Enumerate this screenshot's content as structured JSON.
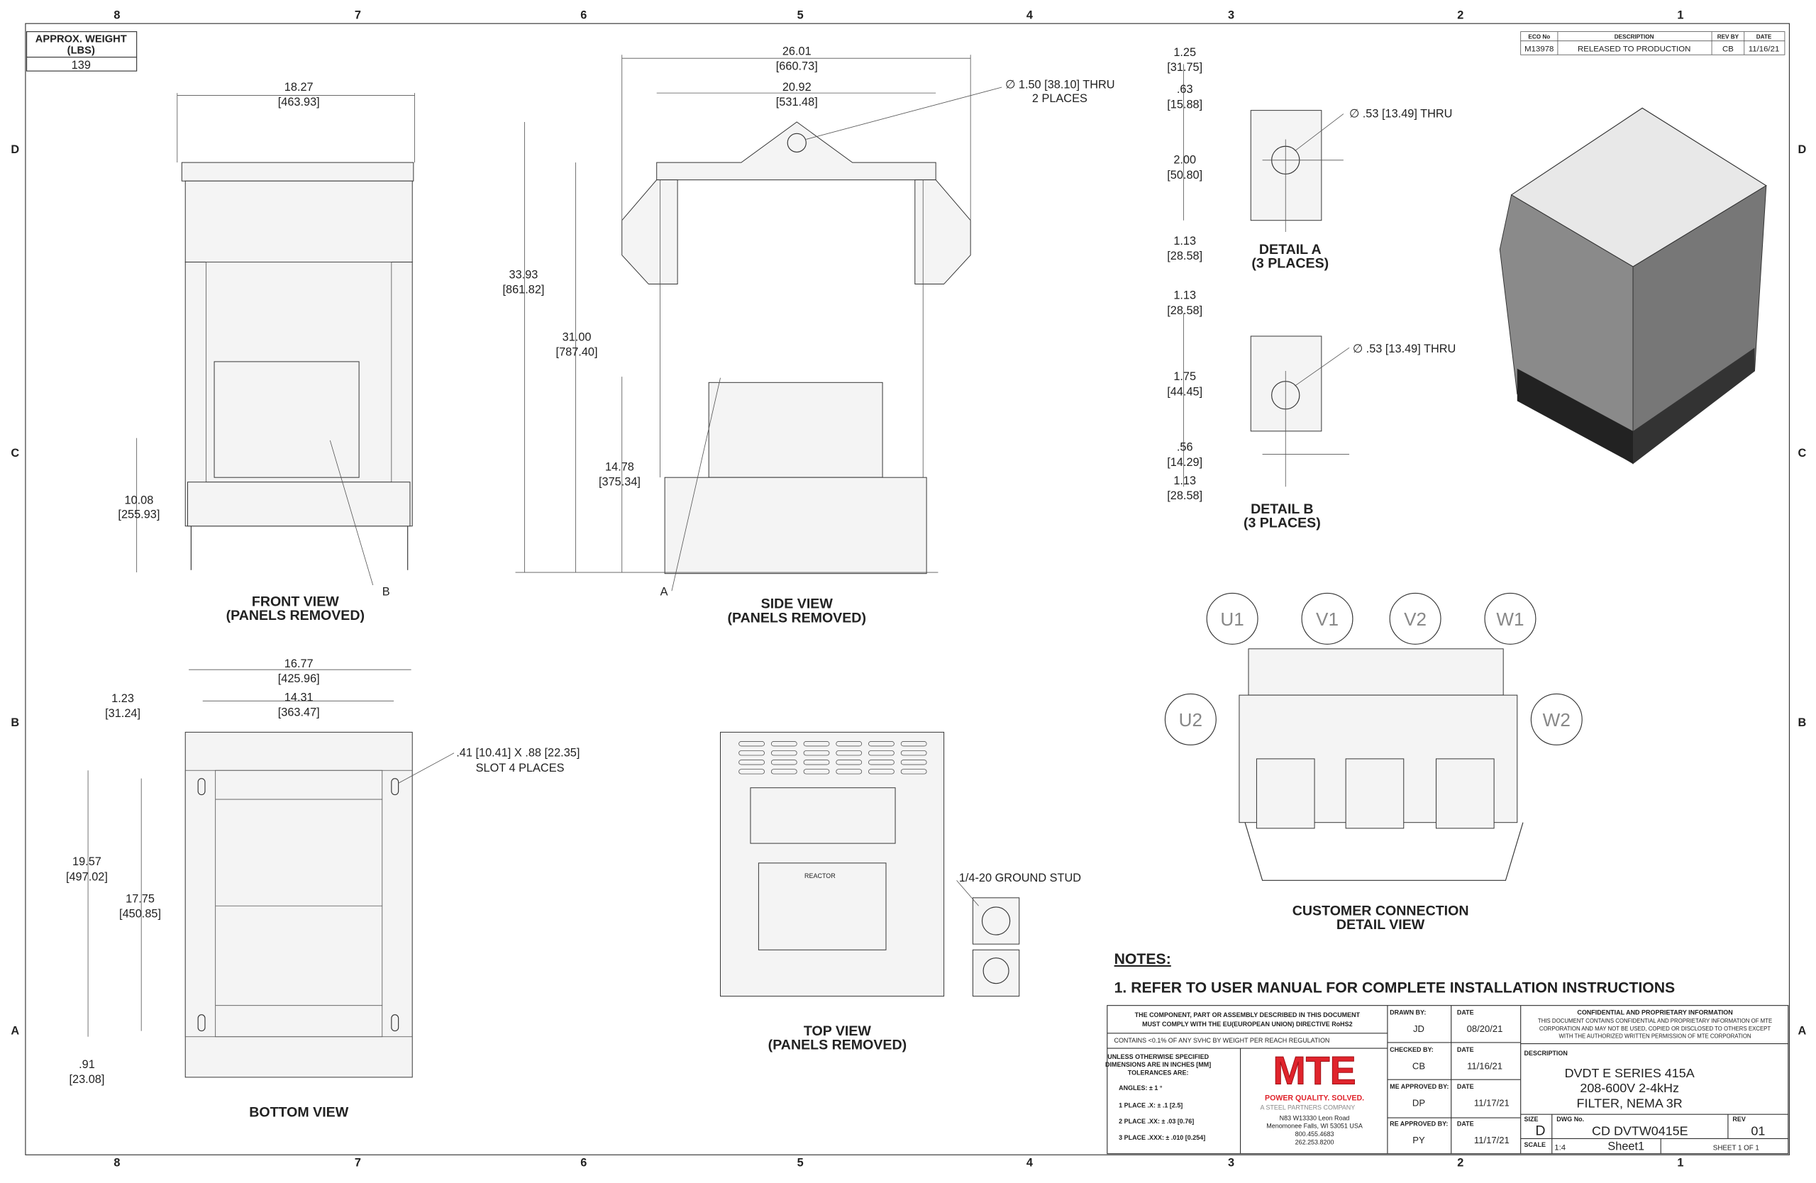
{
  "zones": {
    "cols": [
      "8",
      "7",
      "6",
      "5",
      "4",
      "3",
      "2",
      "1"
    ],
    "rows": [
      "D",
      "C",
      "B",
      "A"
    ]
  },
  "weight": {
    "label": "APPROX. WEIGHT (LBS)",
    "label1": "APPROX. WEIGHT",
    "label2": "(LBS)",
    "value": "139"
  },
  "revision": {
    "headers": [
      "ECO No",
      "DESCRIPTION",
      "REV BY",
      "DATE"
    ],
    "row": [
      "M13978",
      "RELEASED TO PRODUCTION",
      "CB",
      "11/16/21"
    ]
  },
  "front_view": {
    "title1": "FRONT VIEW",
    "title2": "(PANELS REMOVED)",
    "dims": [
      "18.27",
      "[463.93]",
      "10.08",
      "[255.93]"
    ],
    "callout": "B"
  },
  "side_view": {
    "title1": "SIDE VIEW",
    "title2": "(PANELS REMOVED)",
    "dims": [
      "26.01",
      "[660.73]",
      "20.92",
      "[531.48]",
      "33.93",
      "[861.82]",
      "31.00",
      "[787.40]",
      "14.78",
      "[375.34]"
    ],
    "hole_note1": "∅ 1.50 [38.10] THRU",
    "hole_note2": "2 PLACES",
    "callout": "A"
  },
  "detail_a": {
    "title1": "DETAIL A",
    "title2": "(3 PLACES)",
    "dims": [
      "1.25",
      "[31.75]",
      ".63",
      "[15.88]",
      "2.00",
      "[50.80]",
      "1.13",
      "[28.58]"
    ],
    "hole_note": "∅ .53 [13.49] THRU"
  },
  "detail_b": {
    "title1": "DETAIL B",
    "title2": "(3 PLACES)",
    "dims": [
      "1.13",
      "[28.58]",
      "1.75",
      "[44.45]",
      ".56",
      "[14.29]",
      "1.13",
      "[28.58]"
    ],
    "hole_note": "∅ .53 [13.49] THRU"
  },
  "bottom_view": {
    "title": "BOTTOM VIEW",
    "dims": [
      "16.77",
      "[425.96]",
      "14.31",
      "[363.47]",
      "1.23",
      "[31.24]",
      "19.57",
      "[497.02]",
      "17.75",
      "[450.85]",
      ".91",
      "[23.08]"
    ],
    "slot_note1": ".41 [10.41] X .88 [22.35]",
    "slot_note2": "SLOT 4 PLACES"
  },
  "top_view": {
    "title1": "TOP VIEW",
    "title2": "(PANELS REMOVED)",
    "ground_stud": "1/4-20 GROUND STUD",
    "reactor_label": "REACTOR"
  },
  "connection_view": {
    "title1": "CUSTOMER CONNECTION",
    "title2": "DETAIL VIEW",
    "terminals": [
      "U1",
      "V1",
      "V2",
      "W1",
      "U2",
      "W2"
    ]
  },
  "notes": {
    "heading": "NOTES:",
    "items": [
      "1.  REFER TO USER MANUAL FOR COMPLETE INSTALLATION INSTRUCTIONS"
    ]
  },
  "title_block": {
    "rohs1": "THE COMPONENT, PART OR ASSEMBLY DESCRIBED IN THIS DOCUMENT",
    "rohs2": "MUST COMPLY WITH THE EU(EUROPEAN UNION) DIRECTIVE RoHS2",
    "reach": "CONTAINS <0.1% OF ANY SVHC BY WEIGHT PER REACH REGULATION",
    "tol1": "UNLESS OTHERWISE SPECIFIED",
    "tol2": "DIMENSIONS ARE IN INCHES [MM]",
    "tol3": "TOLERANCES ARE:",
    "angles": "ANGLES: ± 1 °",
    "place1": "1 PLACE .X: ± .1 [2.5]",
    "place2": "2 PLACE .XX: ± .03 [0.76]",
    "place3": "3 PLACE .XXX: ± .010 [0.254]",
    "logo": "MTE",
    "tagline": "POWER QUALITY. SOLVED.",
    "parent": "A STEEL PARTNERS COMPANY",
    "address": [
      "N83 W13330 Leon Road",
      "Menomonee Falls, WI 53051 USA",
      "800.455.4683",
      "262.253.8200"
    ],
    "approvals": [
      {
        "label": "DRAWN BY:",
        "name": "JD",
        "date_label": "DATE",
        "date": "08/20/21"
      },
      {
        "label": "CHECKED BY:",
        "name": "CB",
        "date_label": "DATE",
        "date": "11/16/21"
      },
      {
        "label": "ME APPROVED BY:",
        "name": "DP",
        "date_label": "DATE",
        "date": "11/17/21"
      },
      {
        "label": "RE APPROVED BY:",
        "name": "PY",
        "date_label": "DATE",
        "date": "11/17/21"
      }
    ],
    "conf_title": "CONFIDENTIAL AND PROPRIETARY INFORMATION",
    "conf_text": [
      "THIS DOCUMENT CONTAINS CONFIDENTIAL AND PROPRIETARY INFORMATION OF MTE",
      "CORPORATION AND MAY NOT BE USED, COPIED OR DISCLOSED TO OTHERS EXCEPT",
      "WITH THE AUTHORIZED WRITTEN PERMISSION OF MTE CORPORATION"
    ],
    "desc_label": "DESCRIPTION",
    "desc": [
      "DVDT E SERIES 415A",
      "208-600V 2-4kHz",
      "FILTER, NEMA 3R"
    ],
    "size_label": "SIZE",
    "size": "D",
    "dwg_label": "DWG No.",
    "dwg": "CD DVTW0415E",
    "rev_label": "REV",
    "rev": "01",
    "scale_label": "SCALE",
    "scale": "1:4",
    "sheet_name": "Sheet1",
    "sheet": "SHEET 1  OF 1"
  }
}
